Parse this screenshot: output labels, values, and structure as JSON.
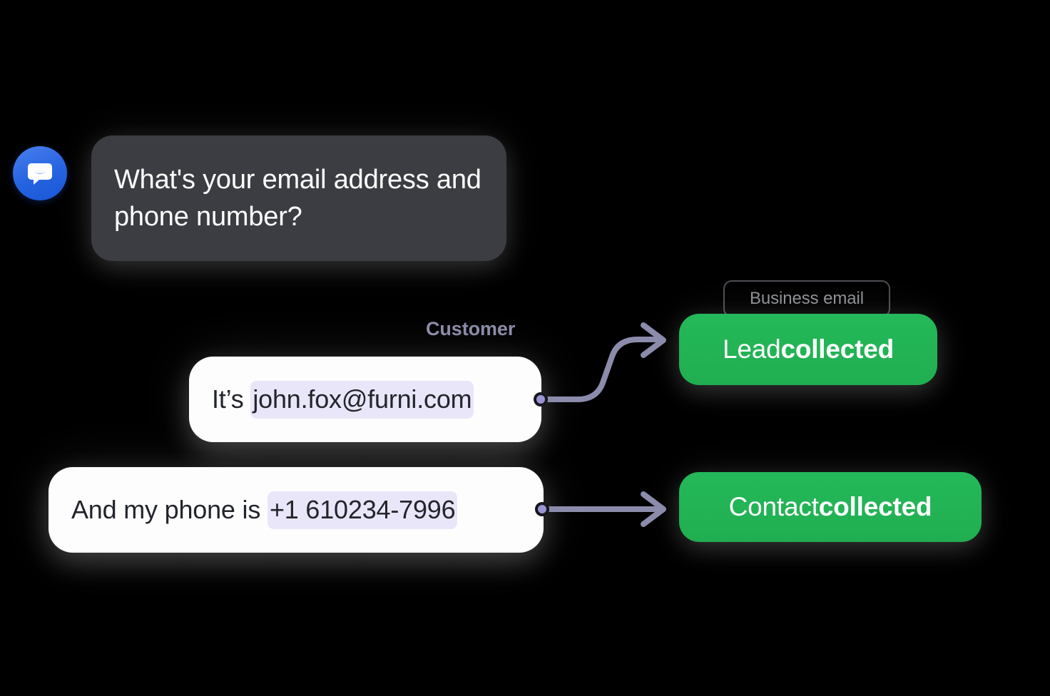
{
  "background_color": "#000000",
  "conversation": {
    "bot": {
      "avatar_icon": "chat-bubble-icon",
      "avatar_color": "#2563e0",
      "message": "What's your email address and phone number?",
      "bubble_color": "#3b3d42",
      "text_color": "#ffffff"
    },
    "sender_label": "Customer",
    "sender_label_color": "#8b8ba8",
    "messages": [
      {
        "prefix": "It’s ",
        "highlight": "john.fox@furni.com",
        "highlight_color": "#e9e6f9",
        "full_text": "It’s john.fox@furni.com",
        "bubble_color": "#fdfdfe"
      },
      {
        "prefix": "And my phone is ",
        "highlight": "+1 610234-7996",
        "highlight_color": "#e9e6f9",
        "full_text": "And my phone is +1 610234-7996",
        "bubble_color": "#fdfdfe"
      }
    ]
  },
  "results": {
    "tooltip_tag": "Business email",
    "tooltip_text_color": "#8e9096",
    "badge_color": "#22b455",
    "badges": [
      {
        "label_light": "Lead ",
        "label_bold": "collected"
      },
      {
        "label_light": "Contact ",
        "label_bold": "collected"
      }
    ]
  },
  "connectors": {
    "line_color": "#8b8bab",
    "dot_color": "#9a95d2"
  }
}
